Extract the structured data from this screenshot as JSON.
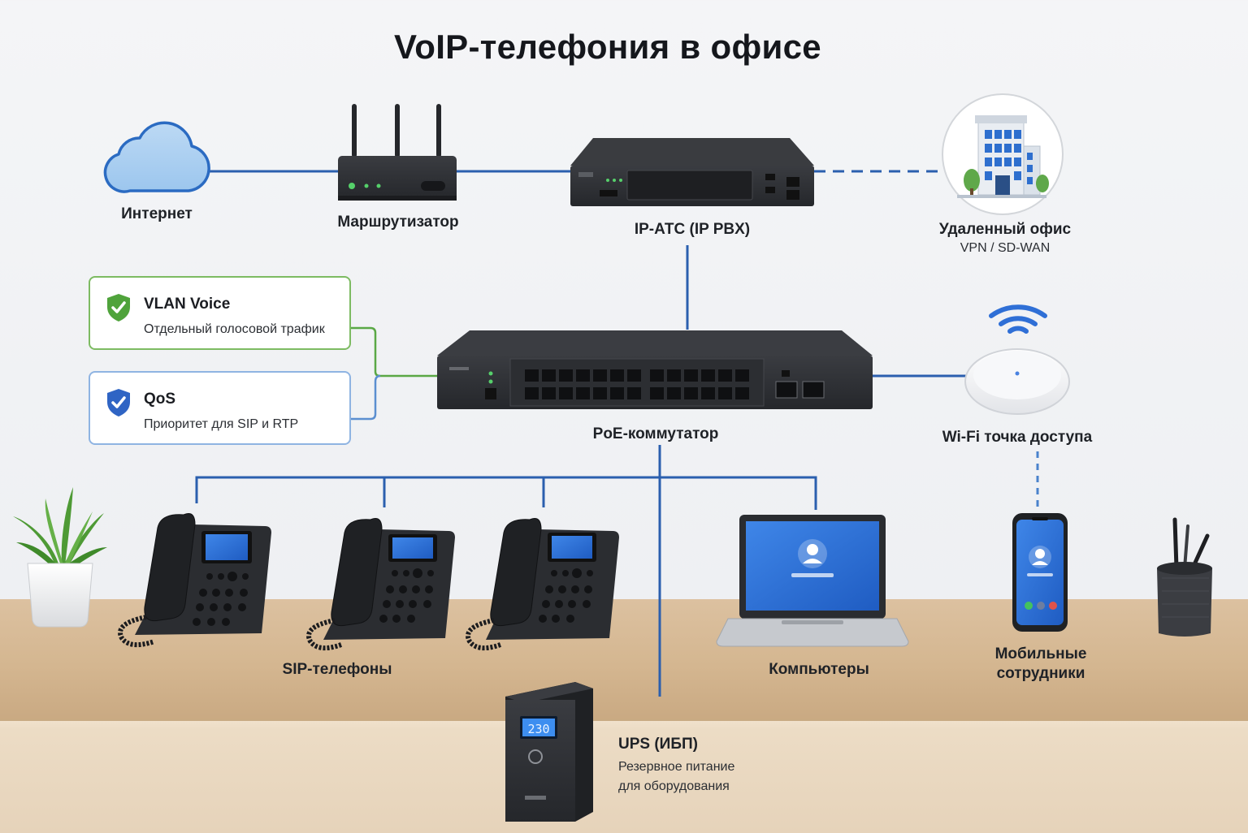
{
  "title": "VoIP-телефония в офисе",
  "nodes": {
    "internet": {
      "label": "Интернет"
    },
    "router": {
      "label": "Маршрутизатор"
    },
    "pbx": {
      "label": "IP-АТС (IP PBX)"
    },
    "remote_office": {
      "label": "Удаленный офис",
      "sublabel": "VPN / SD-WAN"
    },
    "poe_switch": {
      "label": "PoE-коммутатор"
    },
    "wifi_ap": {
      "label": "Wi-Fi точка доступа"
    },
    "sip_phones": {
      "label": "SIP-телефоны"
    },
    "computers": {
      "label": "Компьютеры"
    },
    "mobile": {
      "label_line1": "Мобильные",
      "label_line2": "сотрудники"
    },
    "ups": {
      "label": "UPS (ИБП)",
      "sub_line1": "Резервное питание",
      "sub_line2": "для оборудования",
      "display": "230"
    }
  },
  "cards": {
    "vlan": {
      "title": "VLAN Voice",
      "text": "Отдельный голосовой трафик",
      "accent": "#5aa845"
    },
    "qos": {
      "title": "QoS",
      "text": "Приоритет для SIP и RTP",
      "accent": "#5b8fd0"
    }
  },
  "colors": {
    "line": "#2b5fae",
    "device": "#2b2d31",
    "screen": "#2f6fd6"
  },
  "icons": [
    "cloud-icon",
    "router-icon",
    "pbx-icon",
    "building-icon",
    "switch-icon",
    "wifi-icon",
    "access-point-icon",
    "ip-phone-icon",
    "laptop-icon",
    "smartphone-icon",
    "ups-icon",
    "plant-icon",
    "pen-holder-icon",
    "shield-check-icon"
  ]
}
